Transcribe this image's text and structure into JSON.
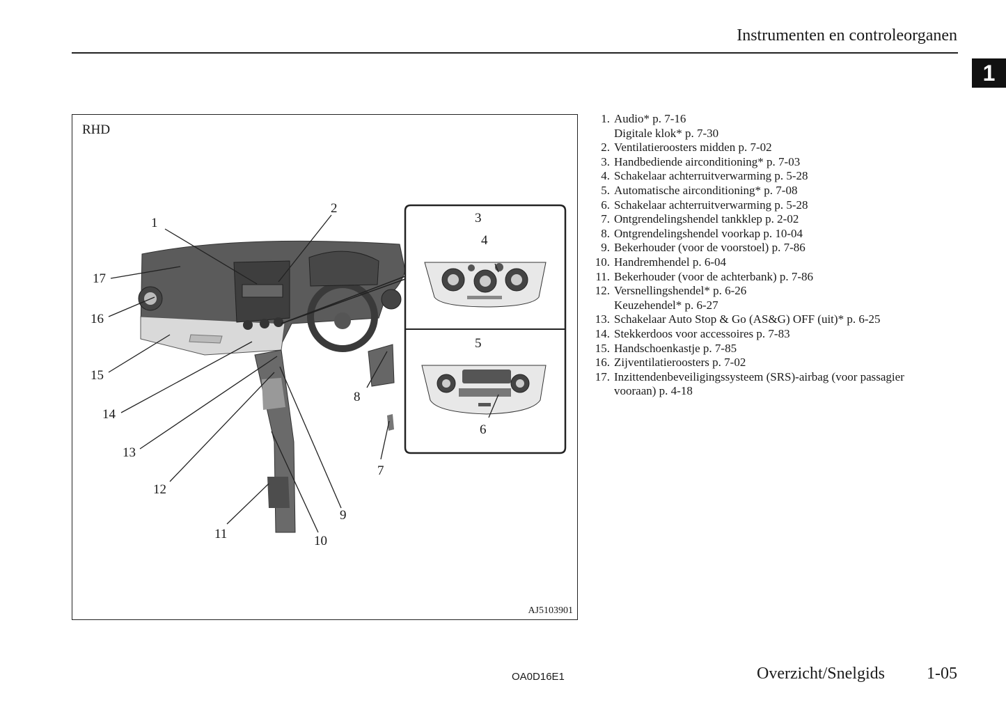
{
  "header": {
    "title": "Instrumenten en controleorganen",
    "chapter": "1"
  },
  "figure": {
    "variant_label": "RHD",
    "code": "AJ5103901",
    "callouts": [
      "1",
      "2",
      "3",
      "4",
      "5",
      "6",
      "7",
      "8",
      "9",
      "10",
      "11",
      "12",
      "13",
      "14",
      "15",
      "16",
      "17"
    ]
  },
  "legend": [
    {
      "num": "1.",
      "lines": [
        "Audio* p. 7-16",
        "Digitale klok* p. 7-30"
      ]
    },
    {
      "num": "2.",
      "lines": [
        "Ventilatieroosters midden p. 7-02"
      ]
    },
    {
      "num": "3.",
      "lines": [
        "Handbediende airconditioning* p. 7-03"
      ]
    },
    {
      "num": "4.",
      "lines": [
        "Schakelaar achterruitverwarming p. 5-28"
      ]
    },
    {
      "num": "5.",
      "lines": [
        "Automatische airconditioning* p. 7-08"
      ]
    },
    {
      "num": "6.",
      "lines": [
        "Schakelaar achterruitverwarming p. 5-28"
      ]
    },
    {
      "num": "7.",
      "lines": [
        "Ontgrendelingshendel tankklep p. 2-02"
      ]
    },
    {
      "num": "8.",
      "lines": [
        "Ontgrendelingshendel voorkap p. 10-04"
      ]
    },
    {
      "num": "9.",
      "lines": [
        "Bekerhouder (voor de voorstoel) p. 7-86"
      ]
    },
    {
      "num": "10.",
      "lines": [
        "Handremhendel p. 6-04"
      ]
    },
    {
      "num": "11.",
      "lines": [
        "Bekerhouder (voor de achterbank) p. 7-86"
      ]
    },
    {
      "num": "12.",
      "lines": [
        "Versnellingshendel* p. 6-26",
        "Keuzehendel* p. 6-27"
      ]
    },
    {
      "num": "13.",
      "lines": [
        "Schakelaar Auto Stop & Go (AS&G) OFF (uit)* p. 6-25"
      ]
    },
    {
      "num": "14.",
      "lines": [
        "Stekkerdoos voor accessoires p. 7-83"
      ]
    },
    {
      "num": "15.",
      "lines": [
        "Handschoenkastje p. 7-85"
      ]
    },
    {
      "num": "16.",
      "lines": [
        "Zijventilatieroosters p. 7-02"
      ]
    },
    {
      "num": "17.",
      "lines": [
        "Inzittendenbeveiligingssysteem (SRS)-airbag (voor passagier",
        "vooraan) p. 4-18"
      ]
    }
  ],
  "footer": {
    "doc_code": "OA0D16E1",
    "section": "Overzicht/Snelgids",
    "page": "1-05"
  }
}
